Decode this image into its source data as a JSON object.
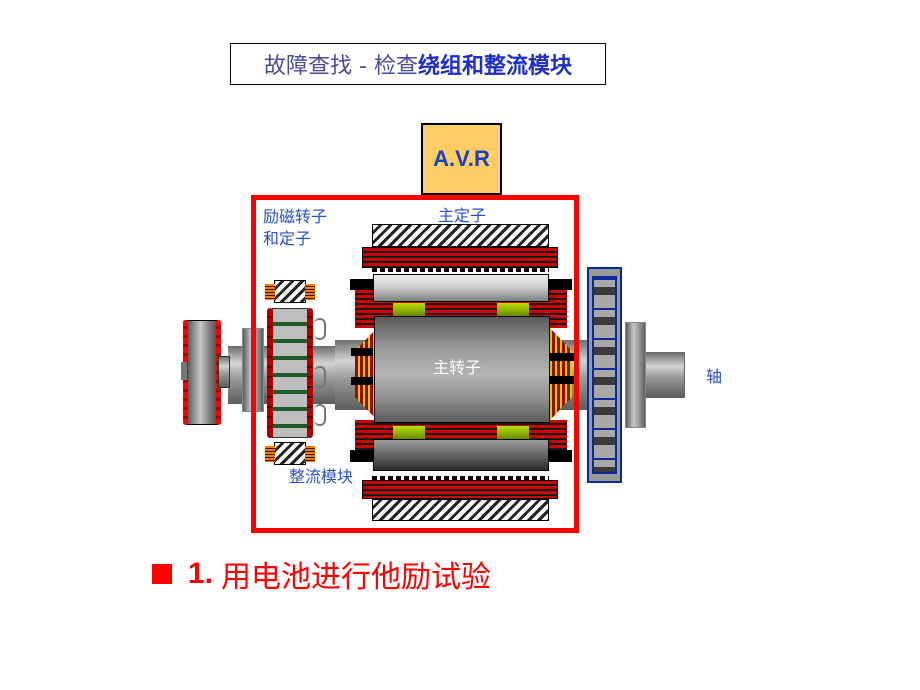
{
  "title": {
    "part1": "故障查找 - 检查",
    "part2": "绕组和整流模块"
  },
  "avr": {
    "label": "A.V.R",
    "fill": "#ffcc66",
    "text_color": "#1a3fc0"
  },
  "labels": {
    "exciter_line1": "励磁转子",
    "exciter_line2": "和定子",
    "main_stator": "主定子",
    "main_rotor": "主转子",
    "rectifier": "整流模块",
    "shaft": "轴"
  },
  "highlight_frame": {
    "color": "#ff0000"
  },
  "bullet": {
    "number": "1.",
    "text": "用电池进行他励试验",
    "color": "#ff0000"
  },
  "colors": {
    "label_blue": "#2850c8",
    "winding_red": "#cc0000",
    "pole_green": "#99cc00",
    "fan_blue": "#0a2a9a"
  }
}
